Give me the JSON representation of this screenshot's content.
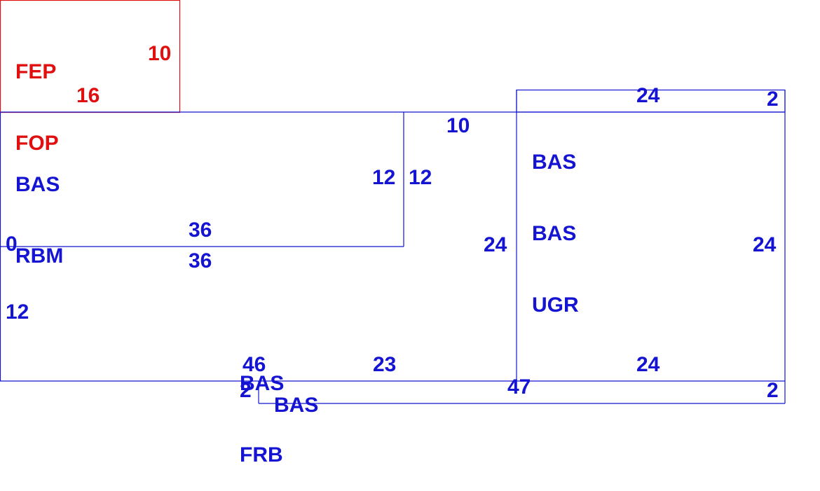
{
  "colors": {
    "blue": "#1414d2",
    "red": "#e01010"
  },
  "rooms": {
    "fep": {
      "line1": "FEP",
      "line2": "FOP",
      "dim_right": "10",
      "dim_bottom": "16"
    },
    "bas_rbm": {
      "line1": "BAS",
      "line2": "RBM",
      "dim_right_inside": "12",
      "dim_bottom_inside": "36"
    },
    "bas_ugr": {
      "line1": "BAS",
      "line2": "BAS",
      "line3": "UGR",
      "dim_left": "24",
      "dim_right": "24",
      "dim_bottom": "24"
    },
    "bas_frb": {
      "line1": "BAS",
      "line2": "FRB"
    },
    "bas_top": {
      "dim_top": "24",
      "dim_right": "2"
    },
    "bas_bottom": {
      "label": "BAS",
      "dim_left": "2",
      "dim_top": "47",
      "dim_right": "2"
    }
  },
  "dimensions": {
    "corridor_top": "10",
    "corridor_left": "12",
    "lower_left": "0",
    "lower_left_side": "12",
    "lower_top": "36",
    "lower_bottom_left": "46",
    "lower_bottom_mid": "23"
  }
}
